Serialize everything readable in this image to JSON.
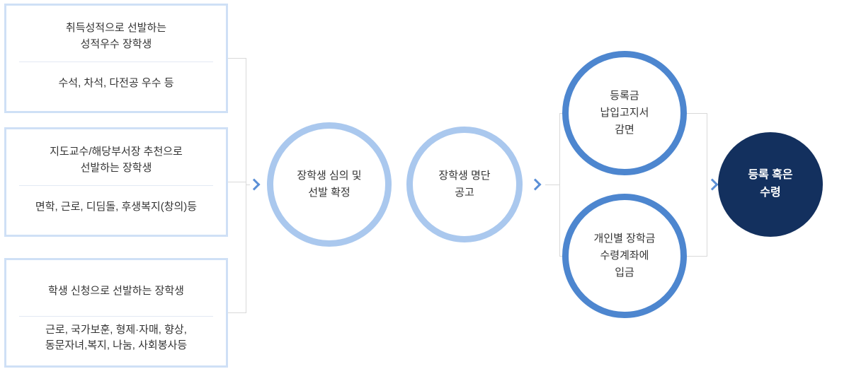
{
  "colors": {
    "light_blue": "#aac8ee",
    "medium_blue": "#4d86cf",
    "navy": "#13305e",
    "box_border": "#cfe0f6",
    "divider": "#e2e9f3",
    "connector": "#d9d9d9",
    "chevron": "#5b8fd6",
    "text": "#333333"
  },
  "sources": [
    {
      "title": "취득성적으로 선발하는\n성적우수 장학생",
      "desc": "수석, 차석, 다전공 우수 등"
    },
    {
      "title": "지도교수/해당부서장 추천으로\n선발하는 장학생",
      "desc": "면학, 근로, 디딤돌, 후생복지(창의)등"
    },
    {
      "title": "학생 신청으로 선발하는 장학생",
      "desc": "근로, 국가보훈, 형제·자매, 향상,\n동문자녀,복지, 나눔, 사회봉사등"
    }
  ],
  "steps": {
    "review": "장학생 심의 및\n선발 확정",
    "announce": "장학생 명단\n공고"
  },
  "outcomes": {
    "tuition": "등록금\n납입고지서\n감면",
    "deposit": "개인별 장학금\n수령계좌에\n입금"
  },
  "final_step": "등록 혹은\n수령"
}
